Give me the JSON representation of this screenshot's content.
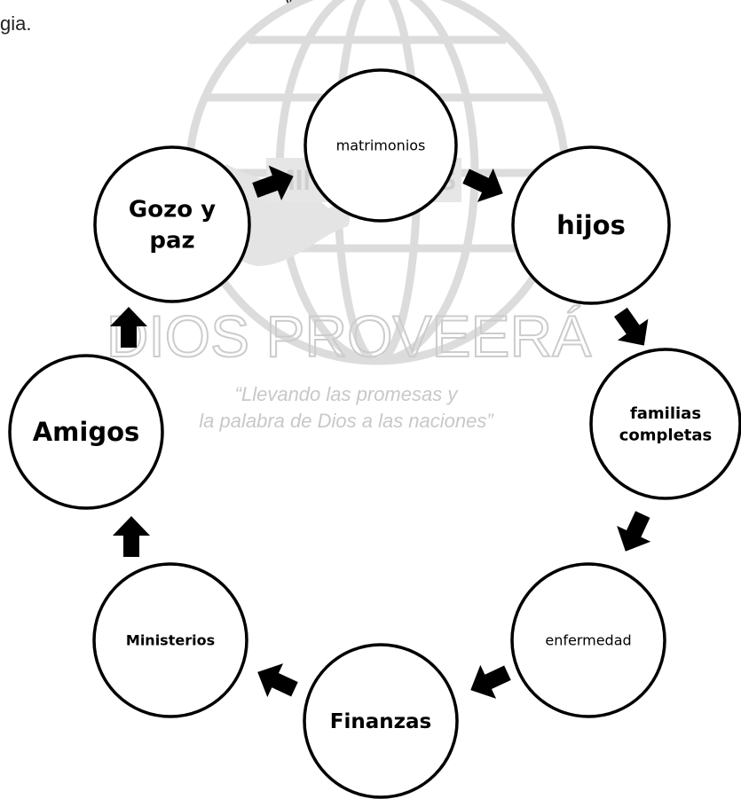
{
  "header": {
    "line1": "y",
    "line2": "gia."
  },
  "watermark": {
    "brand": "DIOS PROVEERÁ",
    "banner": "MINISTERIOS",
    "tagline_1": "“Llevando las promesas y",
    "tagline_2": "la palabra de Dios a las naciones”"
  },
  "cycle": {
    "nodes": [
      {
        "id": "matrimonios",
        "lines": [
          "matrimonios"
        ]
      },
      {
        "id": "hijos",
        "lines": [
          "hijos"
        ]
      },
      {
        "id": "familias-completas",
        "lines": [
          "familias",
          "completas"
        ]
      },
      {
        "id": "enfermedad",
        "lines": [
          "enfermedad"
        ]
      },
      {
        "id": "finanzas",
        "lines": [
          "Finanzas"
        ]
      },
      {
        "id": "ministerios",
        "lines": [
          "Ministerios"
        ]
      },
      {
        "id": "amigos",
        "lines": [
          "Amigos"
        ]
      },
      {
        "id": "gozo-y-paz",
        "lines": [
          "Gozo y",
          "paz"
        ]
      }
    ]
  },
  "colors": {
    "node_stroke": "#000000",
    "arrow_fill": "#000000",
    "watermark": "#d9d9d9"
  }
}
